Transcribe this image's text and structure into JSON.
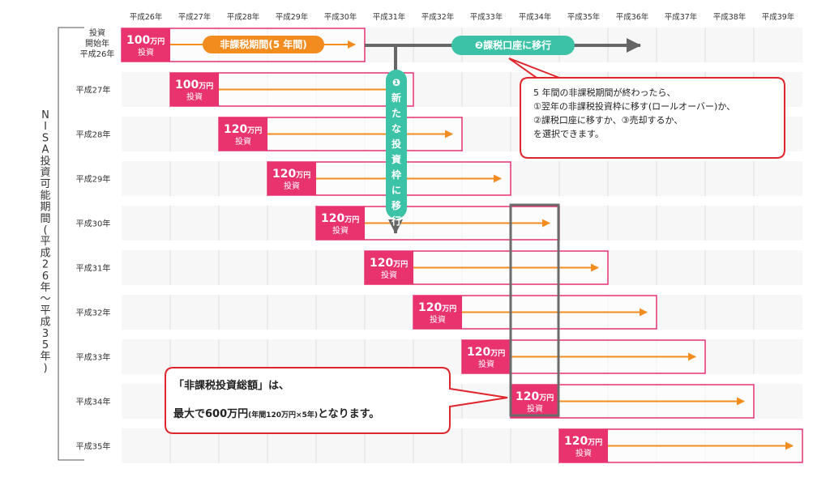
{
  "years": [
    "平成26年",
    "平成27年",
    "平成28年",
    "平成29年",
    "平成30年",
    "平成31年",
    "平成32年",
    "平成33年",
    "平成34年",
    "平成35年",
    "平成36年",
    "平成37年",
    "平成38年",
    "平成39年"
  ],
  "first_row_label": [
    "投資",
    "開始年",
    "平成26年"
  ],
  "row_labels": [
    "平成27年",
    "平成28年",
    "平成29年",
    "平成30年",
    "平成31年",
    "平成32年",
    "平成33年",
    "平成34年",
    "平成35年"
  ],
  "side_label": "NISA投資可能期間(平成26年〜平成35年)",
  "rows": [
    {
      "amount": "100",
      "unit": "万円",
      "invest": "投資"
    },
    {
      "amount": "100",
      "unit": "万円",
      "invest": "投資"
    },
    {
      "amount": "120",
      "unit": "万円",
      "invest": "投資"
    },
    {
      "amount": "120",
      "unit": "万円",
      "invest": "投資"
    },
    {
      "amount": "120",
      "unit": "万円",
      "invest": "投資"
    },
    {
      "amount": "120",
      "unit": "万円",
      "invest": "投資"
    },
    {
      "amount": "120",
      "unit": "万円",
      "invest": "投資"
    },
    {
      "amount": "120",
      "unit": "万円",
      "invest": "投資"
    },
    {
      "amount": "120",
      "unit": "万円",
      "invest": "投資"
    },
    {
      "amount": "120",
      "unit": "万円",
      "invest": "投資"
    }
  ],
  "pill_tax_free": "非課税期間(5 年間)",
  "pill_taxable": "❷課税口座に移行",
  "vertical_label": "❶新たな投資枠に移行",
  "callout_right": [
    "5 年間の非課税期間が終わったら、",
    "①翌年の非課税投資枠に移す(ロールオーバー)か、",
    "②課税口座に移すか、③売却するか、",
    "を選択できます。"
  ],
  "callout_left": {
    "line1": "「非課税投資総額」は、",
    "line2_big": "最大で600万円",
    "line2_small": "(年間120万円×5年)",
    "line2_end": "となります。"
  },
  "colors": {
    "pink": "#e8336f",
    "orange": "#f28c1e",
    "teal": "#3cc3a7",
    "grey": "#666666",
    "red": "#e0262c",
    "grid": "#ececec"
  }
}
